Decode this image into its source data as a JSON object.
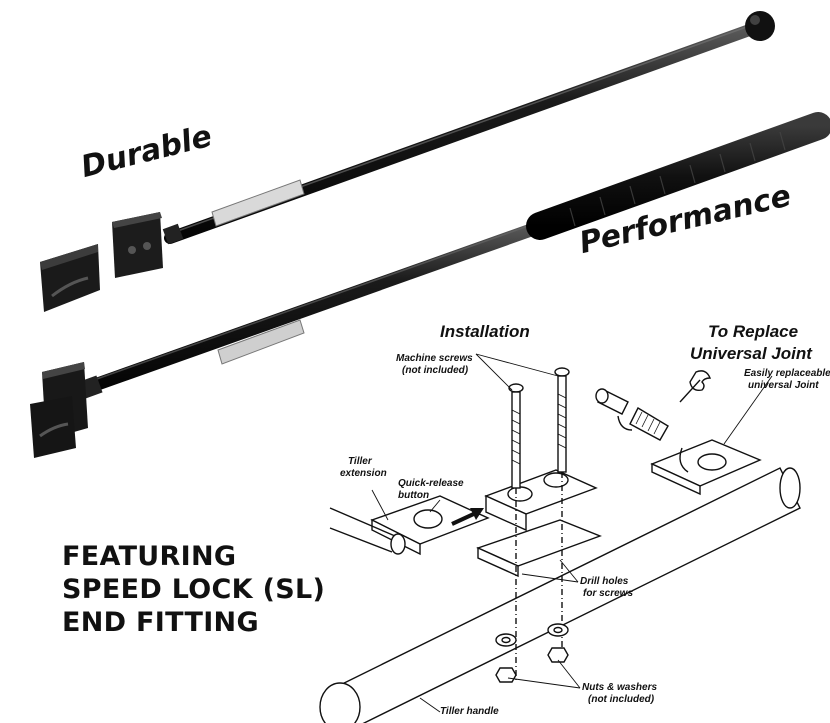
{
  "product": {
    "label_durable": "Durable",
    "label_performance": "Performance",
    "headline": [
      "FEATURING",
      "SPEED LOCK (SL)",
      "END FITTING"
    ]
  },
  "diagram": {
    "installation_title": "Installation",
    "replace_title_line1": "To Replace",
    "replace_title_line2": "Universal Joint",
    "machine_screws": "Machine screws",
    "machine_screws_note": "(not included)",
    "easily_replaceable": "Easily replaceable",
    "universal_joint": "universal Joint",
    "tiller_extension_1": "Tiller",
    "tiller_extension_2": "extension",
    "quick_release_1": "Quick-release",
    "quick_release_2": "button",
    "drill_holes_1": "Drill holes",
    "drill_holes_2": "for screws",
    "nuts_washers_1": "Nuts & washers",
    "nuts_washers_2": "(not included)",
    "tiller_handle": "Tiller handle"
  }
}
